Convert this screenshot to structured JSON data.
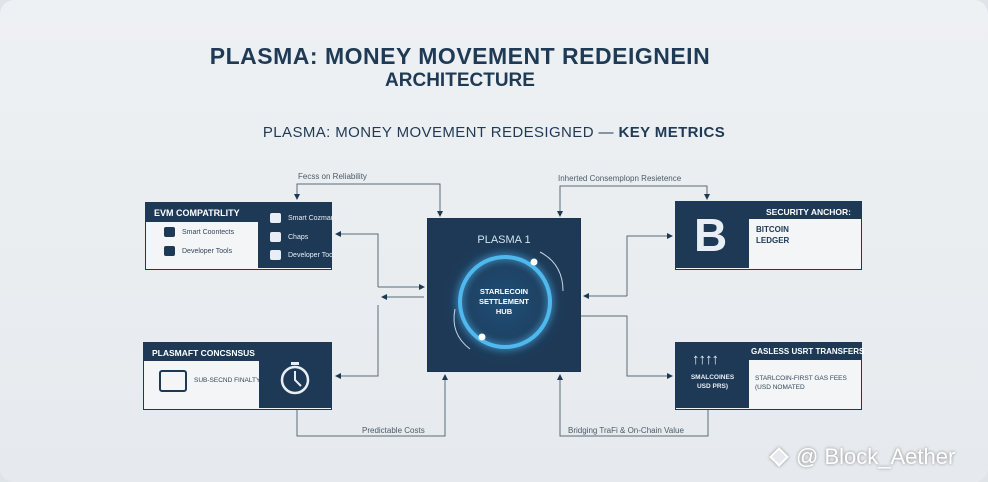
{
  "title": {
    "line1": "PLASMA: MONEY MOVEMENT REDEIGNEIN",
    "line2": "ARCHITECTURE"
  },
  "subtitle": {
    "main": "PLASMA: MONEY MOVEMENT REDESIGNED — ",
    "bold": "KEY METRICS"
  },
  "connectors": {
    "top_left": "Fecss on Reliability",
    "top_right": "Inherted Consemplopn Resietence",
    "bottom_left": "Predictable Costs",
    "bottom_right": "Bridging TraFi & On-Chain Value"
  },
  "center": {
    "title": "PLASMA 1",
    "hub_lines": [
      "STARLECOIN",
      "SETTLEMENT",
      "HUB"
    ]
  },
  "evm": {
    "header": "EVM COMPATRLITY",
    "left_items": [
      "Smart Coontects",
      "Developer Tools"
    ],
    "right_items": [
      "Smart Cozmants",
      "Chaps",
      "Developer Tools"
    ]
  },
  "security": {
    "header": "SECURITY ANCHOR:",
    "body_lines": [
      "BITCOIN",
      "LEDGER"
    ],
    "icon": "bitcoin-icon"
  },
  "consensus": {
    "header": "PLASMAFT CONCSNSUS",
    "body": "SUB-SECND FINALTY",
    "icon": "stopwatch-icon"
  },
  "gasless": {
    "header": "GASLESS USRT TRANSFERS",
    "dark_lines": [
      "SMALCOINES",
      "USD PRS)"
    ],
    "body_lines": [
      "STARLCOIN-FIRST GAS FEES",
      "(USD NOMATED"
    ]
  },
  "watermark": "@ Block_Aether",
  "colors": {
    "navy": "#1d3956",
    "glow": "#4fb8ee"
  }
}
